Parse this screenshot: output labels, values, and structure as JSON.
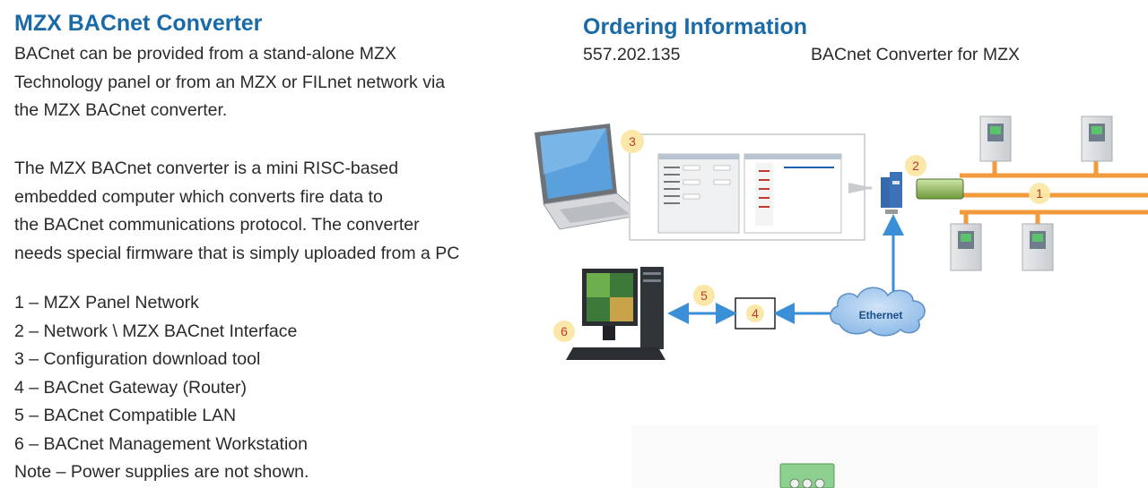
{
  "left": {
    "title": "MZX BACnet Converter",
    "paragraph1": [
      "BACnet can be provided from a stand-alone MZX",
      "Technology panel or from an MZX or FILnet network via",
      "the MZX BACnet converter."
    ],
    "paragraph2": [
      "The MZX BACnet converter is a mini RISC-based",
      "embedded computer which converts fire data to",
      "the BACnet  communications protocol. The converter",
      "needs special firmware that is simply uploaded from a PC"
    ],
    "legend": [
      "1 – MZX Panel Network",
      "2 – Network \\ MZX BACnet Interface",
      "3 – Configuration download tool",
      "4 – BACnet Gateway (Router)",
      "5 – BACnet Compatible LAN",
      "6 – BACnet Management Workstation",
      "Note – Power supplies are not shown."
    ]
  },
  "right": {
    "title": "Ordering Information",
    "order_code": "557.202.135",
    "order_desc": "BACnet Converter for MZX"
  },
  "diagram": {
    "labels": {
      "n1": "1",
      "n2": "2",
      "n3": "3",
      "n4": "4",
      "n5": "5",
      "n6": "6"
    },
    "cloud_label": "Ethernet",
    "colors": {
      "arrow": "#3b8fd6",
      "network": "#f39a3c",
      "marker_fill": "#fbe8a8",
      "marker_text": "#c0392b",
      "cloud": "#a9cbee"
    }
  }
}
